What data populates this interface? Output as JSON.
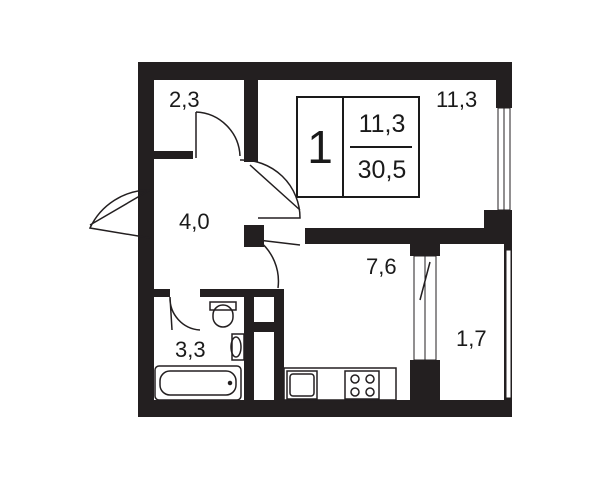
{
  "plan": {
    "colors": {
      "wall": "#231f20",
      "line": "#231f20",
      "background": "#ffffff"
    },
    "summary": {
      "rooms": "1",
      "living_area": "11,3",
      "total_area": "30,5"
    },
    "rooms": [
      {
        "id": "storage",
        "area": "2,3"
      },
      {
        "id": "living-room",
        "area": "11,3"
      },
      {
        "id": "hallway",
        "area": "4,0"
      },
      {
        "id": "kitchen",
        "area": "7,6"
      },
      {
        "id": "bathroom",
        "area": "3,3"
      },
      {
        "id": "balcony",
        "area": "1,7"
      }
    ],
    "fixtures": [
      "bathtub-icon",
      "toilet-icon",
      "sink-icon",
      "kitchen-sink-icon",
      "stove-icon"
    ]
  }
}
